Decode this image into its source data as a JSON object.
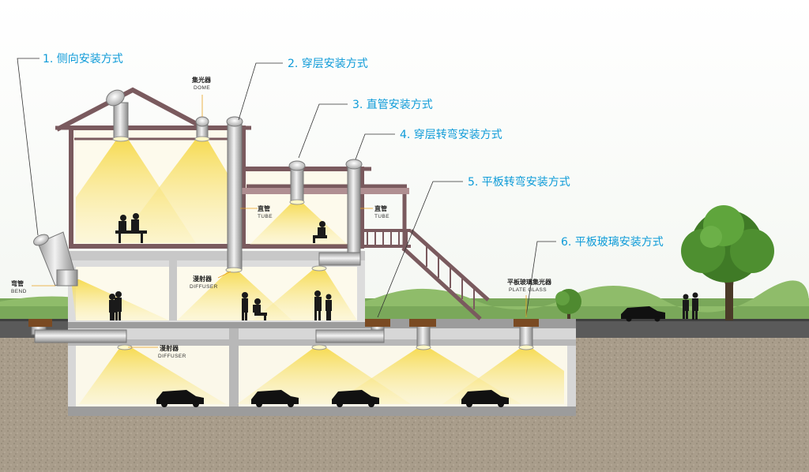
{
  "callouts": [
    "1. 侧向安装方式",
    "2. 穿层安装方式",
    "3. 直管安装方式",
    "4. 穿层转弯安装方式",
    "5. 平板转弯安装方式",
    "6. 平板玻璃安装方式"
  ],
  "labels": {
    "dome_cn": "集光器",
    "dome_en": "DOME",
    "tube_cn": "直管",
    "tube_en": "TUBE",
    "tube2_cn": "直管",
    "tube2_en": "TUBE",
    "bend_cn": "弯管",
    "bend_en": "BEND",
    "diffuser_cn": "漫射器",
    "diffuser_en": "DIFFUSER",
    "diffuser2_cn": "漫射器",
    "diffuser2_en": "DIFFUSER",
    "plate_cn": "平板玻璃集光器",
    "plate_en": "PLATE GLASS"
  },
  "colors": {
    "callout": "#0e9bd8",
    "frame": "#7a5a5e",
    "wall": "#d9d9d9",
    "soil": "#a89c8a",
    "light": "#f7e27a",
    "grass": "#6a9a4a"
  }
}
